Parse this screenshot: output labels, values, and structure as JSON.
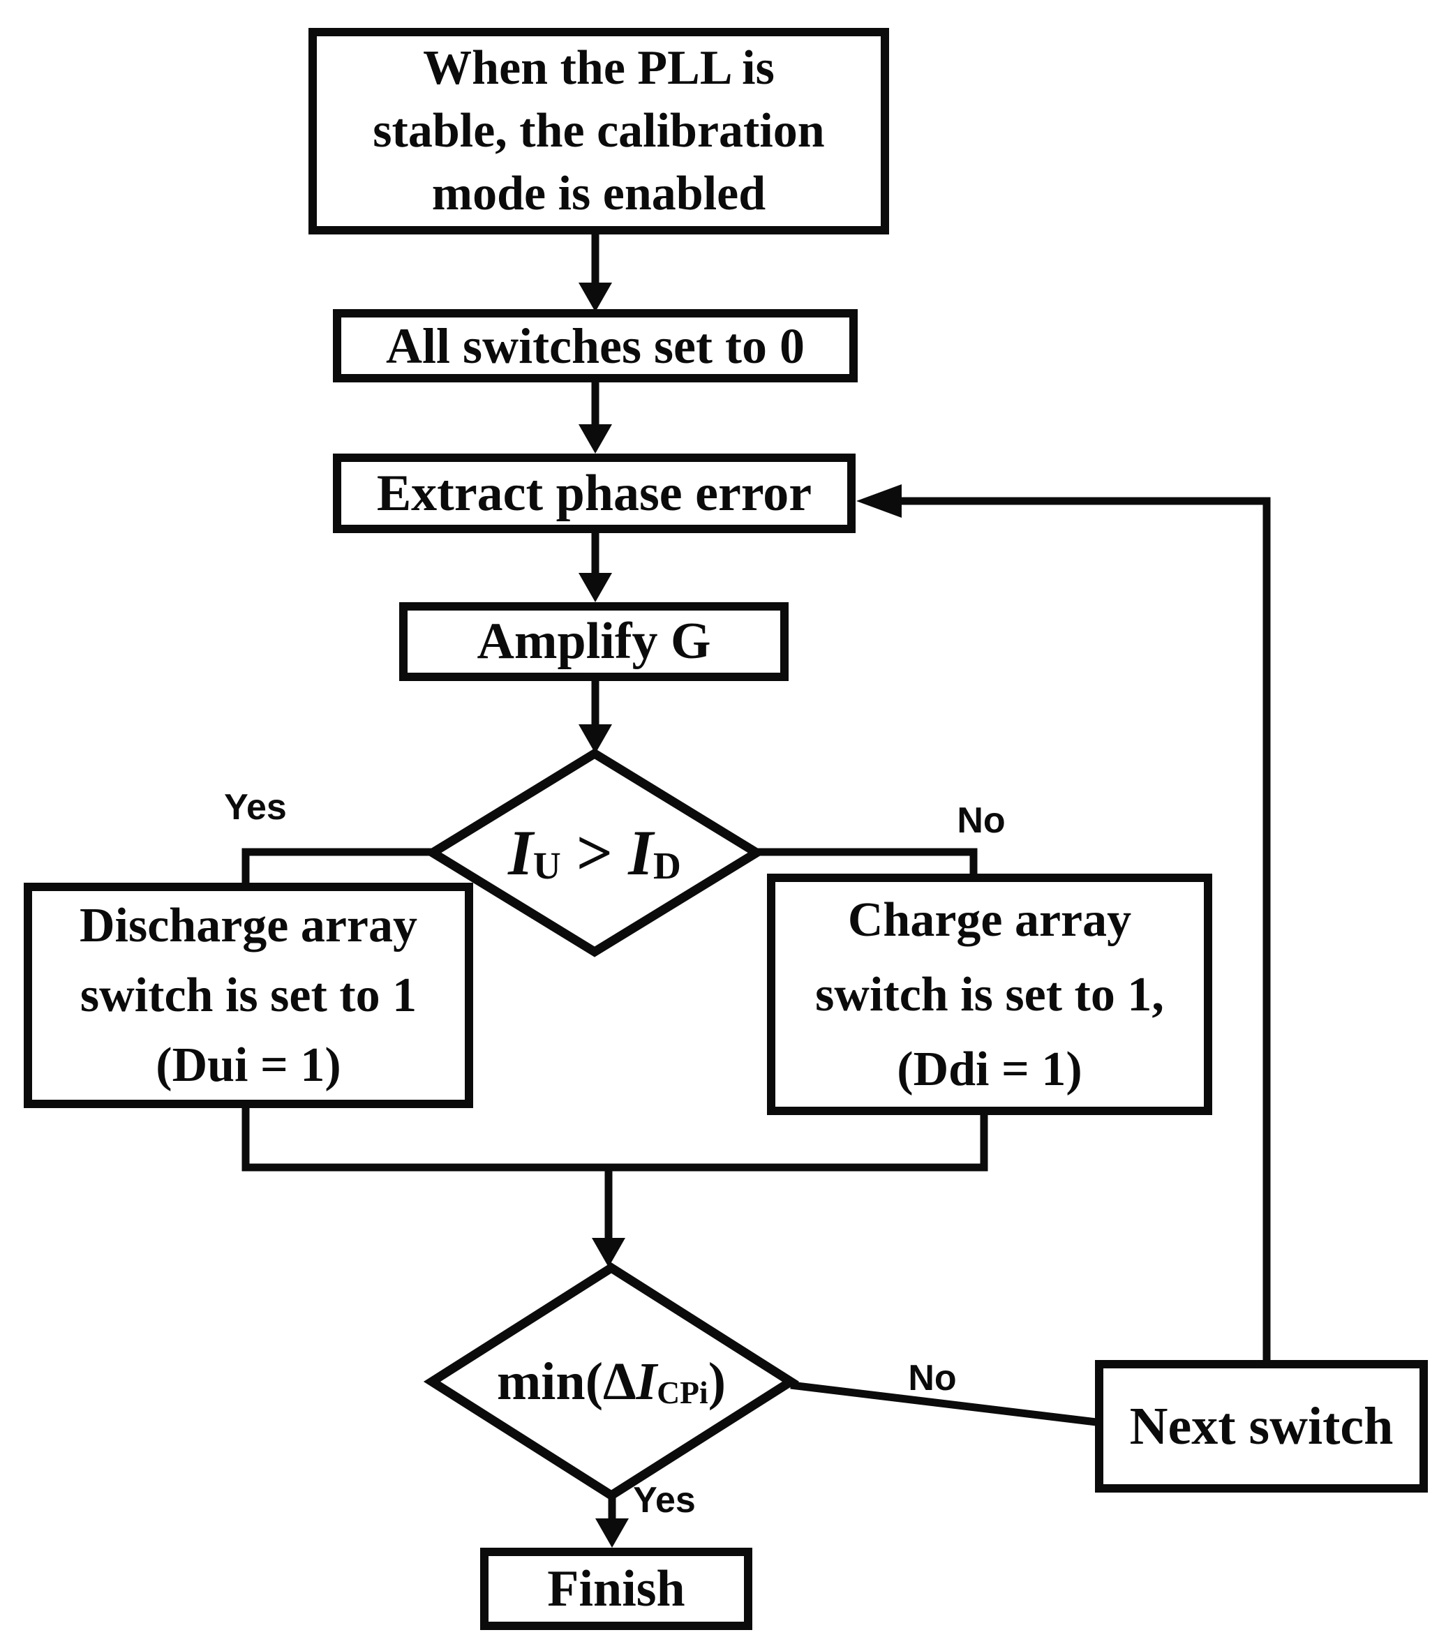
{
  "nodes": {
    "pll_stable": {
      "lines": [
        "When the PLL is",
        "stable, the calibration",
        "mode is enabled"
      ]
    },
    "all_switches": {
      "label": "All switches set to 0"
    },
    "extract_phase": {
      "label": "Extract phase error"
    },
    "amplify": {
      "label": "Amplify G"
    },
    "decision_current": {
      "i1": "I",
      "sub1": "U",
      "op": ">",
      "i2": "I",
      "sub2": "D"
    },
    "discharge": {
      "lines": [
        "Discharge array",
        "switch is set to 1",
        "(Dui = 1)"
      ]
    },
    "charge": {
      "lines": [
        "Charge array",
        "switch is set to 1,",
        "(Ddi = 1)"
      ]
    },
    "decision_min": {
      "prefix": "min(Δ",
      "var": "I",
      "sub": "CPi",
      "suffix": ")"
    },
    "next_switch": {
      "label": "Next switch"
    },
    "finish": {
      "label": "Finish"
    }
  },
  "edge_labels": {
    "decision1_yes": "Yes",
    "decision1_no": "No",
    "decision2_no": "No",
    "decision2_yes": "Yes"
  },
  "colors": {
    "stroke": "#0b0b0b",
    "node_bg": "#ffffff",
    "text": "#0b0b0b",
    "page_bg": "#ffffff"
  }
}
